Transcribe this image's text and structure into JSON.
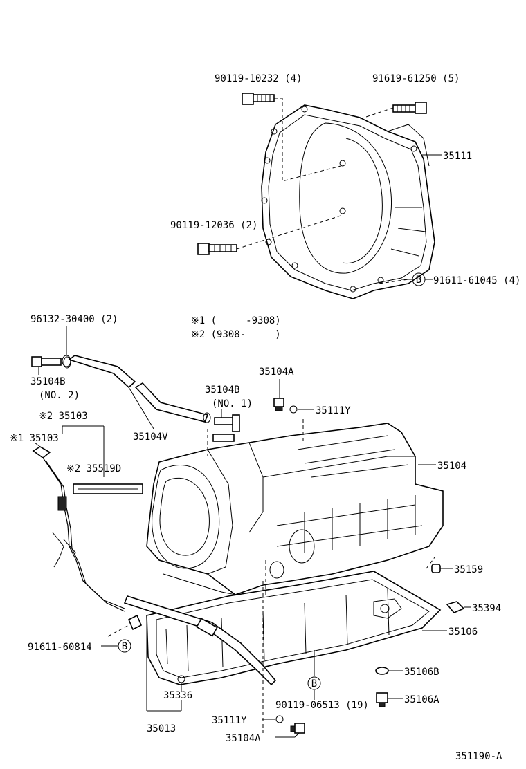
{
  "labels": {
    "bolt_top_left": "90119-10232 (4)",
    "bolt_top_right": "91619-61250 (5)",
    "housing": "35111",
    "bolt_mid_left": "90119-12036 (2)",
    "bolt_housing_bottom": "91611-61045 (4)",
    "clip_top": "96132-30400 (2)",
    "note_1": "※1 (     -9308)",
    "note_2": "※2 (9308-     )",
    "union_no2_a": "35104B",
    "union_no2_b": "(NO. 2)",
    "plug_top": "35104A",
    "union_no1_a": "35104B",
    "union_no1_b": "(NO. 1)",
    "oring_top": "35111Y",
    "dipstick_2": "※2 35103",
    "dipstick_1": "※1 35103",
    "hose": "35104V",
    "label_plate": "※2 35519D",
    "transmission": "35104",
    "plug_side": "35159",
    "clip_pan": "35394",
    "oil_pan": "35106",
    "bolt_dipstick": "91611-60814",
    "gasket": "35106B",
    "drain_plug": "35106A",
    "pan_bolt": "90119-06513 (19)",
    "oring_tube": "35336",
    "tube": "35013",
    "oring_bottom": "35111Y",
    "plug_bottom": "35104A",
    "diagram_code": "351190-A",
    "callout_b": "B"
  }
}
